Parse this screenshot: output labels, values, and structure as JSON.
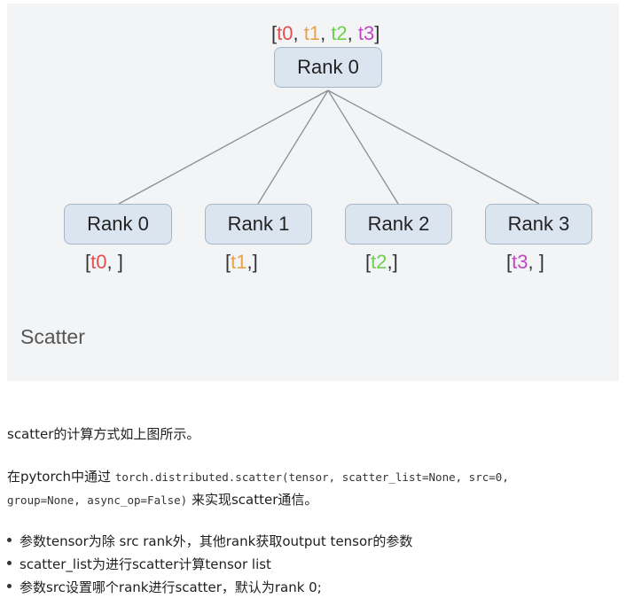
{
  "colors": {
    "t0": "#e14f4f",
    "t1": "#e8a24a",
    "t2": "#6fcf4f",
    "t3": "#c147c7"
  },
  "diagram": {
    "root": {
      "label": "Rank 0",
      "tensors": {
        "open": "[",
        "t0": "t0",
        "sep1": ", ",
        "t1": "t1",
        "sep2": ", ",
        "t2": "t2",
        "sep3": ", ",
        "t3": "t3",
        "close": "]"
      }
    },
    "children": [
      {
        "label": "Rank 0",
        "open": "[",
        "tensor": "t0",
        "close": ", ]"
      },
      {
        "label": "Rank 1",
        "open": "[",
        "tensor": "t1",
        "close": ",]"
      },
      {
        "label": "Rank 2",
        "open": "[",
        "tensor": "t2",
        "close": ",]"
      },
      {
        "label": "Rank 3",
        "open": "[",
        "tensor": "t3",
        "close": ", ]"
      }
    ],
    "title": "Scatter"
  },
  "text": {
    "p1": "scatter的计算方式如上图所示。",
    "p2_prefix": "在pytorch中通过 ",
    "p2_code1": "torch.distributed.scatter(tensor, scatter_list=None, src=0,",
    "p2_code2": "group=None, async_op=False)",
    "p2_suffix": " 来实现scatter通信。",
    "bullets": [
      "参数tensor为除 src rank外，其他rank获取output tensor的参数",
      "scatter_list为进行scatter计算tensor list",
      "参数src设置哪个rank进行scatter，默认为rank 0;"
    ]
  }
}
